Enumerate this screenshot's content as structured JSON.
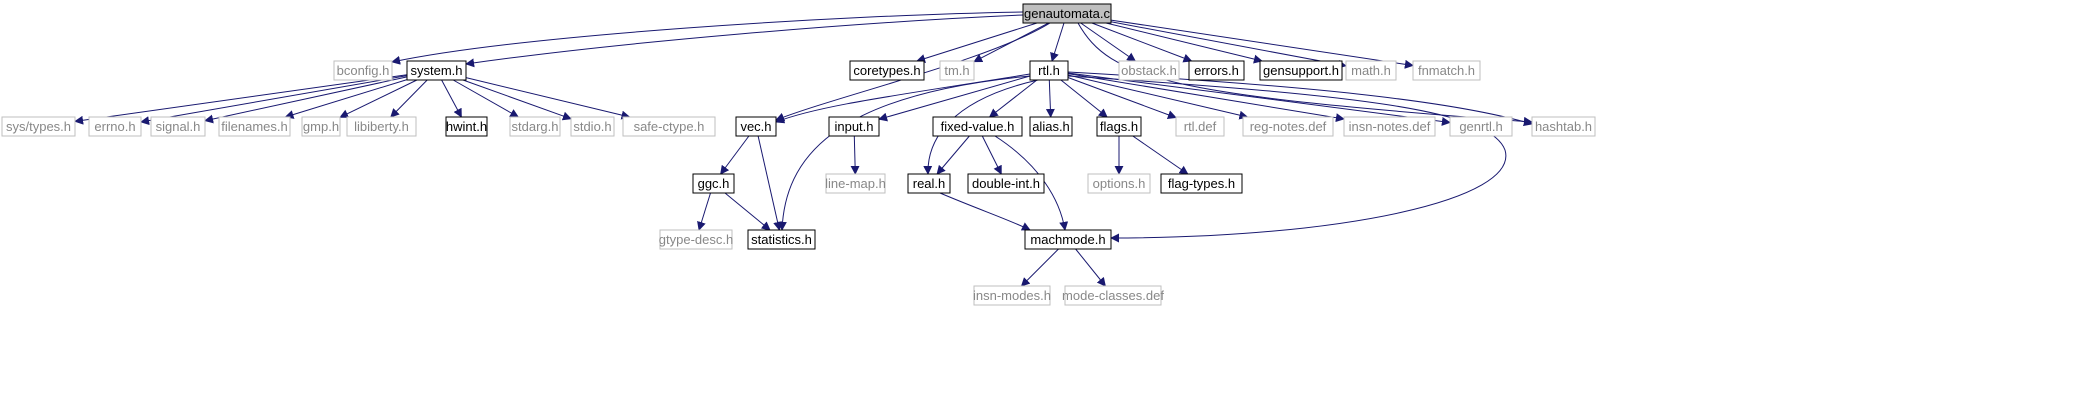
{
  "nodes": [
    {
      "id": "genautomata",
      "label": "genautomata.c",
      "style": "root"
    },
    {
      "id": "bconfig",
      "label": "bconfig.h",
      "style": "gray"
    },
    {
      "id": "system",
      "label": "system.h",
      "style": "black"
    },
    {
      "id": "coretypes",
      "label": "coretypes.h",
      "style": "black"
    },
    {
      "id": "tm",
      "label": "tm.h",
      "style": "gray"
    },
    {
      "id": "rtl",
      "label": "rtl.h",
      "style": "black"
    },
    {
      "id": "obstack",
      "label": "obstack.h",
      "style": "gray"
    },
    {
      "id": "errors",
      "label": "errors.h",
      "style": "black"
    },
    {
      "id": "gensupport",
      "label": "gensupport.h",
      "style": "black"
    },
    {
      "id": "math",
      "label": "math.h",
      "style": "gray"
    },
    {
      "id": "fnmatch",
      "label": "fnmatch.h",
      "style": "gray"
    },
    {
      "id": "systypes",
      "label": "sys/types.h",
      "style": "gray"
    },
    {
      "id": "errno",
      "label": "errno.h",
      "style": "gray"
    },
    {
      "id": "signal",
      "label": "signal.h",
      "style": "gray"
    },
    {
      "id": "filenames",
      "label": "filenames.h",
      "style": "gray"
    },
    {
      "id": "gmp",
      "label": "gmp.h",
      "style": "gray"
    },
    {
      "id": "libiberty",
      "label": "libiberty.h",
      "style": "gray"
    },
    {
      "id": "hwint",
      "label": "hwint.h",
      "style": "black"
    },
    {
      "id": "stdarg",
      "label": "stdarg.h",
      "style": "gray"
    },
    {
      "id": "stdio",
      "label": "stdio.h",
      "style": "gray"
    },
    {
      "id": "safectype",
      "label": "safe-ctype.h",
      "style": "gray"
    },
    {
      "id": "vec",
      "label": "vec.h",
      "style": "black"
    },
    {
      "id": "input",
      "label": "input.h",
      "style": "black"
    },
    {
      "id": "fixedvalue",
      "label": "fixed-value.h",
      "style": "black"
    },
    {
      "id": "alias",
      "label": "alias.h",
      "style": "black"
    },
    {
      "id": "flags",
      "label": "flags.h",
      "style": "black"
    },
    {
      "id": "rtldef",
      "label": "rtl.def",
      "style": "gray"
    },
    {
      "id": "regnotes",
      "label": "reg-notes.def",
      "style": "gray"
    },
    {
      "id": "insnnotes",
      "label": "insn-notes.def",
      "style": "gray"
    },
    {
      "id": "genrtl",
      "label": "genrtl.h",
      "style": "gray"
    },
    {
      "id": "hashtab",
      "label": "hashtab.h",
      "style": "gray"
    },
    {
      "id": "ggc",
      "label": "ggc.h",
      "style": "black"
    },
    {
      "id": "linemap",
      "label": "line-map.h",
      "style": "gray"
    },
    {
      "id": "real",
      "label": "real.h",
      "style": "black"
    },
    {
      "id": "doubleint",
      "label": "double-int.h",
      "style": "black"
    },
    {
      "id": "options",
      "label": "options.h",
      "style": "gray"
    },
    {
      "id": "flagtypes",
      "label": "flag-types.h",
      "style": "black"
    },
    {
      "id": "gtypedesc",
      "label": "gtype-desc.h",
      "style": "gray"
    },
    {
      "id": "statistics",
      "label": "statistics.h",
      "style": "black"
    },
    {
      "id": "machmode",
      "label": "machmode.h",
      "style": "black"
    },
    {
      "id": "insnmodes",
      "label": "insn-modes.h",
      "style": "gray"
    },
    {
      "id": "modeclasses",
      "label": "mode-classes.def",
      "style": "gray"
    }
  ],
  "edges": [
    [
      "genautomata",
      "bconfig"
    ],
    [
      "genautomata",
      "system"
    ],
    [
      "genautomata",
      "coretypes"
    ],
    [
      "genautomata",
      "tm"
    ],
    [
      "genautomata",
      "rtl"
    ],
    [
      "genautomata",
      "obstack"
    ],
    [
      "genautomata",
      "errors"
    ],
    [
      "genautomata",
      "gensupport"
    ],
    [
      "genautomata",
      "math"
    ],
    [
      "genautomata",
      "fnmatch"
    ],
    [
      "genautomata",
      "vec"
    ],
    [
      "genautomata",
      "hashtab"
    ],
    [
      "system",
      "systypes"
    ],
    [
      "system",
      "errno"
    ],
    [
      "system",
      "signal"
    ],
    [
      "system",
      "filenames"
    ],
    [
      "system",
      "gmp"
    ],
    [
      "system",
      "libiberty"
    ],
    [
      "system",
      "hwint"
    ],
    [
      "system",
      "stdarg"
    ],
    [
      "system",
      "stdio"
    ],
    [
      "system",
      "safectype"
    ],
    [
      "rtl",
      "vec"
    ],
    [
      "rtl",
      "input"
    ],
    [
      "rtl",
      "fixedvalue"
    ],
    [
      "rtl",
      "alias"
    ],
    [
      "rtl",
      "flags"
    ],
    [
      "rtl",
      "rtldef"
    ],
    [
      "rtl",
      "regnotes"
    ],
    [
      "rtl",
      "insnnotes"
    ],
    [
      "rtl",
      "genrtl"
    ],
    [
      "rtl",
      "hashtab"
    ],
    [
      "rtl",
      "statistics"
    ],
    [
      "rtl",
      "real"
    ],
    [
      "rtl",
      "machmode"
    ],
    [
      "vec",
      "ggc"
    ],
    [
      "vec",
      "statistics"
    ],
    [
      "ggc",
      "gtypedesc"
    ],
    [
      "ggc",
      "statistics"
    ],
    [
      "input",
      "linemap"
    ],
    [
      "fixedvalue",
      "real"
    ],
    [
      "fixedvalue",
      "doubleint"
    ],
    [
      "fixedvalue",
      "machmode"
    ],
    [
      "flags",
      "options"
    ],
    [
      "flags",
      "flagtypes"
    ],
    [
      "real",
      "machmode"
    ],
    [
      "machmode",
      "insnmodes"
    ],
    [
      "machmode",
      "modeclasses"
    ]
  ],
  "colors": {
    "edge": "#191970",
    "black_border": "#000000",
    "gray_border": "#bfbfbf",
    "gray_text": "#888888",
    "text": "#000000",
    "root_fill": "#bfbfbf",
    "fill": "#ffffff"
  }
}
